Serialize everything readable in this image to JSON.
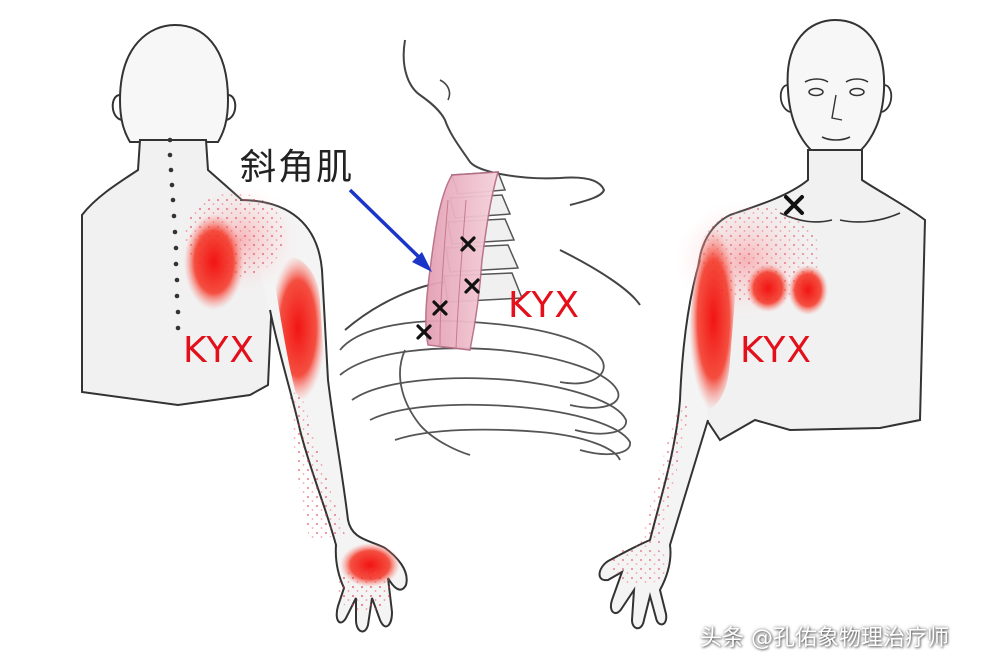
{
  "labels": {
    "muscle_name": "斜角肌",
    "kyx_back": "KYX",
    "kyx_neck": "KYX",
    "kyx_front": "KYX"
  },
  "watermark": "头条 @孔佑象物理治疗师",
  "colors": {
    "pain_red": "#f01818",
    "pain_stipple": "#e63a4a",
    "outline": "#333333",
    "arrow": "#1a35c7",
    "muscle_pink": "#e8b6c4",
    "trigger_mark": "#111111"
  },
  "icons": {
    "trigger_point": "x-mark",
    "pointer": "arrow"
  }
}
